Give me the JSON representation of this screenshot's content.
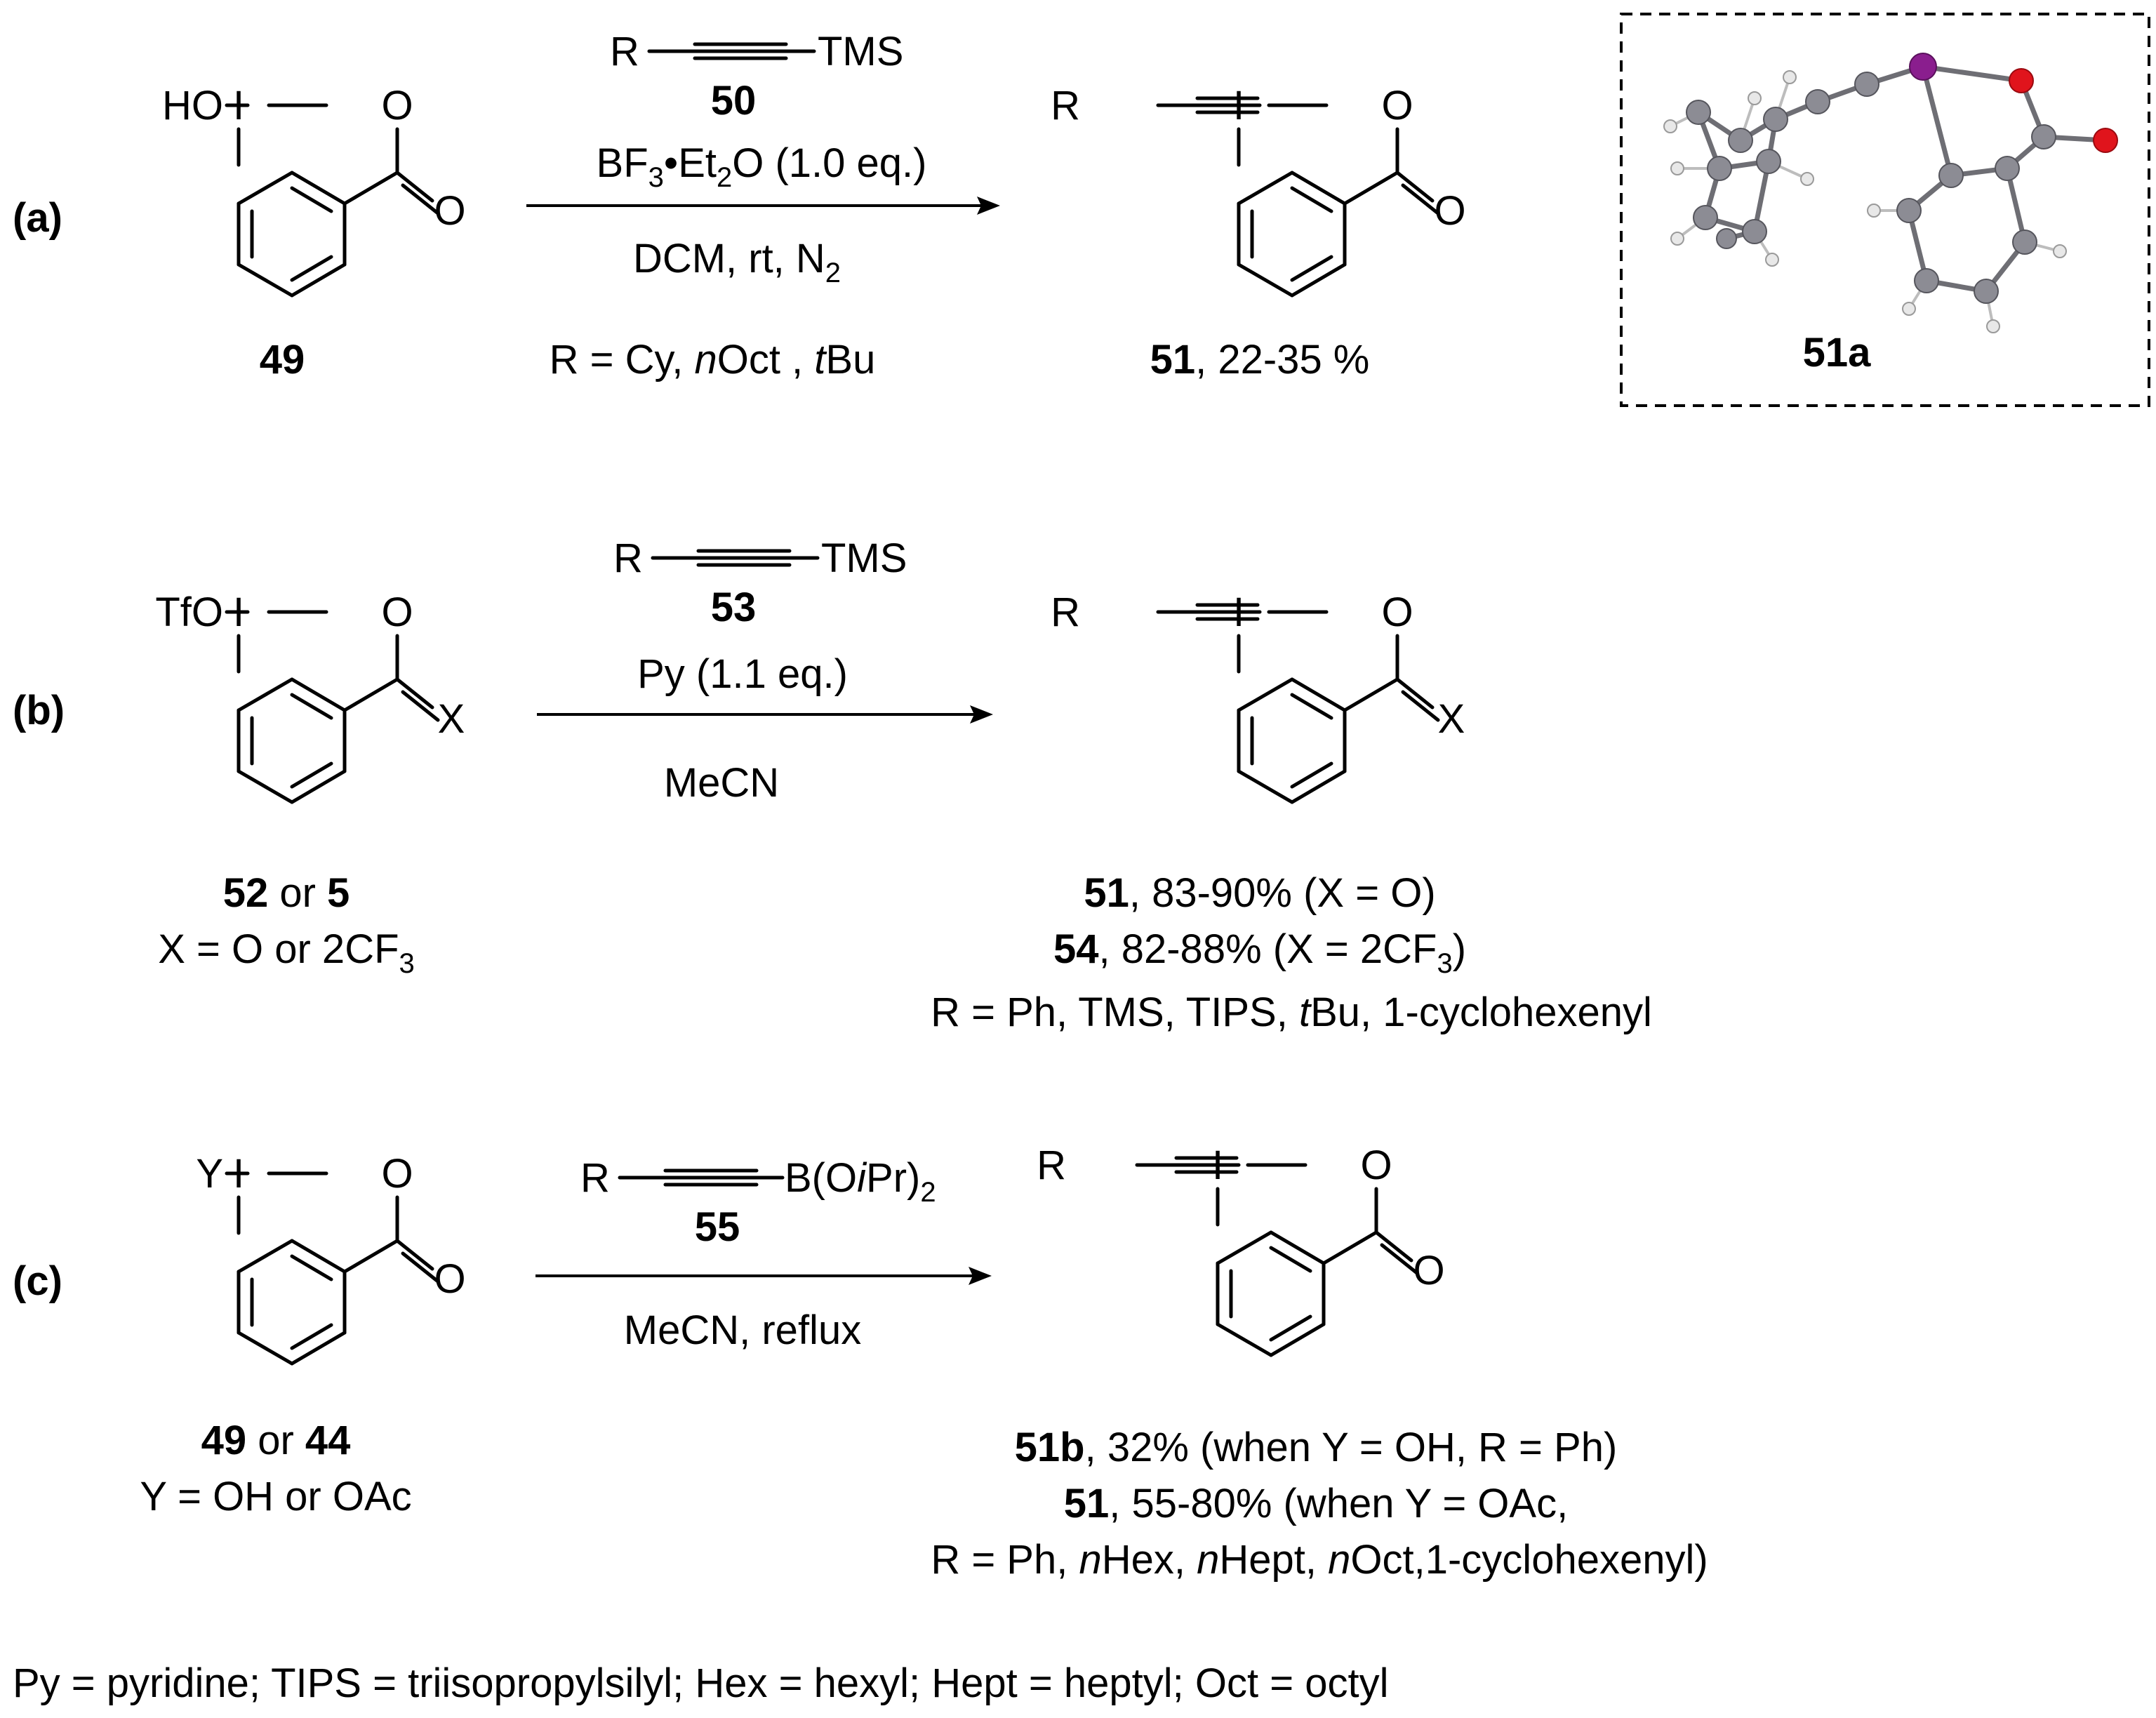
{
  "panels": {
    "a": {
      "label": "(a)",
      "sm_iodine_sub": "HO",
      "sm_number": "49",
      "reagent_r": "R",
      "reagent_end": "TMS",
      "reagent_number": "50",
      "cond1_pre": "BF",
      "cond1_sub": "3",
      "cond1_post": "•Et",
      "cond1_sub2": "2",
      "cond1_tail": "O (1.0 eq.)",
      "cond2_pre": "DCM, rt, N",
      "cond2_sub": "2",
      "r_def_pre": "R = Cy, ",
      "r_def_n": "n",
      "r_def_mid": "Oct , ",
      "r_def_t": "t",
      "r_def_end": "Bu",
      "product_r": "R",
      "product_number": "51",
      "product_yield": ", 22-35 %",
      "xray_label": "51a"
    },
    "b": {
      "label": "(b)",
      "sm_iodine_sub": "TfO",
      "sm_carbonyl": "X",
      "sm_num1": "52",
      "sm_or": " or ",
      "sm_num2": "5",
      "x_def_pre": "X = O or 2CF",
      "x_def_sub": "3",
      "reagent_r": "R",
      "reagent_end": "TMS",
      "reagent_number": "53",
      "cond1": "Py (1.1 eq.)",
      "cond2": "MeCN",
      "product_r": "R",
      "product_carbonyl": "X",
      "p1_number": "51",
      "p1_text": ", 83-90% (X = O)",
      "p2_number": "54",
      "p2_text_pre": ", 82-88% (X = 2CF",
      "p2_sub": "3",
      "p2_text_post": ")",
      "r_def_pre": "R = Ph, TMS, TIPS, ",
      "r_def_t": "t",
      "r_def_end": "Bu, 1-cyclohexenyl"
    },
    "c": {
      "label": "(c)",
      "sm_iodine_sub": "Y",
      "sm_num1": "49",
      "sm_or": " or ",
      "sm_num2": "44",
      "y_def": "Y = OH or OAc",
      "reagent_r": "R",
      "reagent_end_pre": "B(O",
      "reagent_end_i": "i",
      "reagent_end_mid": "Pr)",
      "reagent_end_sub": "2",
      "reagent_number": "55",
      "cond1": "MeCN, reflux",
      "product_r": "R",
      "p1_number": "51b",
      "p1_text": ", 32% (when Y = OH, R = Ph)",
      "p2_number": "51",
      "p2_text": ", 55-80% (when Y = OAc,",
      "p3_pre": "R = Ph, ",
      "p3_n1": "n",
      "p3_t1": "Hex, ",
      "p3_n2": "n",
      "p3_t2": "Hept, ",
      "p3_n3": "n",
      "p3_t3": "Oct,1-cyclohexenyl)"
    }
  },
  "atoms": {
    "iodine": "I",
    "oxygen": "O"
  },
  "footnote": "Py = pyridine; TIPS = triisopropylsilyl; Hex = hexyl; Hept = heptyl; Oct = octyl",
  "colors": {
    "carbon": "#8c8c94",
    "iodine": "#8a1e8e",
    "oxygen": "#e0141c",
    "hydrogen": "#e6e6e6"
  }
}
